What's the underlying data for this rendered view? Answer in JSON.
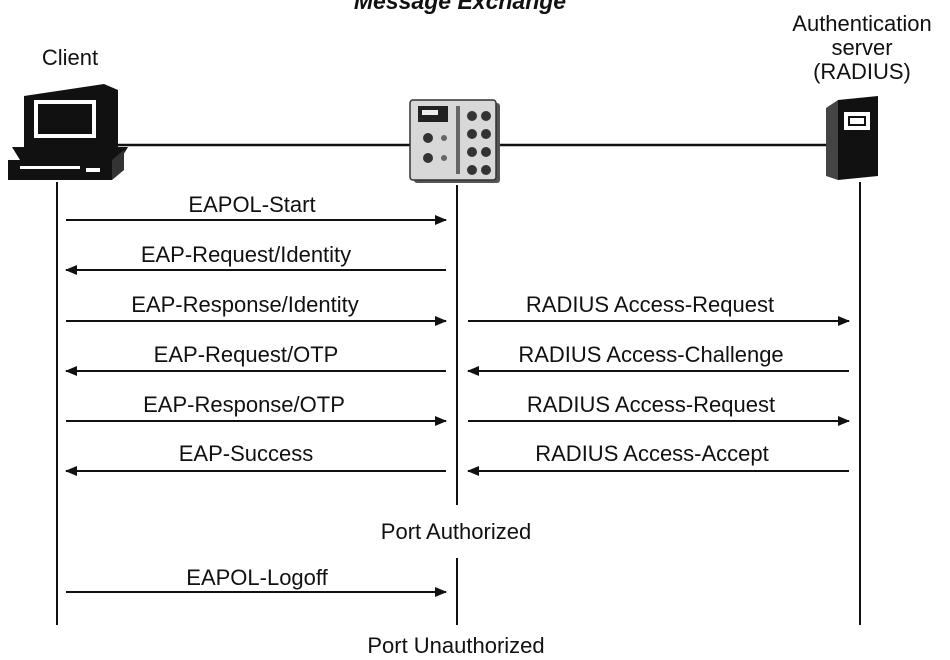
{
  "diagram": {
    "title": "Message Exchange",
    "client_label": "Client",
    "server_label_lines": [
      "Authentication",
      "server",
      "(RADIUS)"
    ],
    "left_messages": [
      {
        "label": "EAPOL-Start",
        "direction": "right"
      },
      {
        "label": "EAP-Request/Identity",
        "direction": "left"
      },
      {
        "label": "EAP-Response/Identity",
        "direction": "right"
      },
      {
        "label": "EAP-Request/OTP",
        "direction": "left"
      },
      {
        "label": "EAP-Response/OTP",
        "direction": "right"
      },
      {
        "label": "EAP-Success",
        "direction": "left"
      }
    ],
    "right_messages": [
      {
        "label": "RADIUS Access-Request",
        "direction": "right"
      },
      {
        "label": "RADIUS Access-Challenge",
        "direction": "left"
      },
      {
        "label": "RADIUS Access-Request",
        "direction": "right"
      },
      {
        "label": "RADIUS Access-Accept",
        "direction": "left"
      }
    ],
    "port_authorized": "Port Authorized",
    "logoff_message": {
      "label": "EAPOL-Logoff",
      "direction": "right"
    },
    "port_unauthorized": "Port Unauthorized",
    "colors": {
      "ink": "#111111",
      "device_body": "#d8d8d8",
      "device_shadow": "#555555"
    },
    "icons": [
      "computer-icon",
      "switch-device-icon",
      "radius-server-icon"
    ]
  }
}
